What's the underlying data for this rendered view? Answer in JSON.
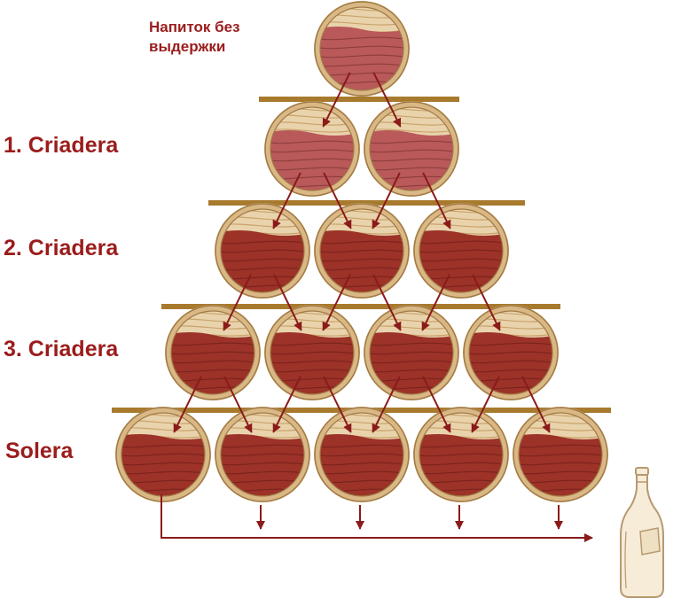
{
  "labels": {
    "young_line1": "Напиток без",
    "young_line2": "выдержки",
    "criadera1": "1. Criadera",
    "criadera2": "2. Criadera",
    "criadera3": "3. Criadera",
    "solera": "Solera"
  },
  "tiers": [
    {
      "id": "young",
      "barrels": 1
    },
    {
      "id": "criadera-1",
      "barrels": 2
    },
    {
      "id": "criadera-2",
      "barrels": 3
    },
    {
      "id": "criadera-3",
      "barrels": 4
    },
    {
      "id": "solera",
      "barrels": 5
    }
  ],
  "colors": {
    "label": "#9b1c1c",
    "shelf": "#a87a2e",
    "arrow": "#8b1a1a",
    "barrel_rim": "#d9b885",
    "barrel_wood": "#e9d3ac",
    "barrel_grain": "#c9a36b",
    "liquid_young": "#b9595a",
    "liquid_aged": "#9c3228",
    "bottle_outline": "#b69a70",
    "bottle_fill": "#f6ecd8"
  },
  "icons": {
    "barrel": "barrel-icon",
    "bottle": "bottle-icon"
  }
}
